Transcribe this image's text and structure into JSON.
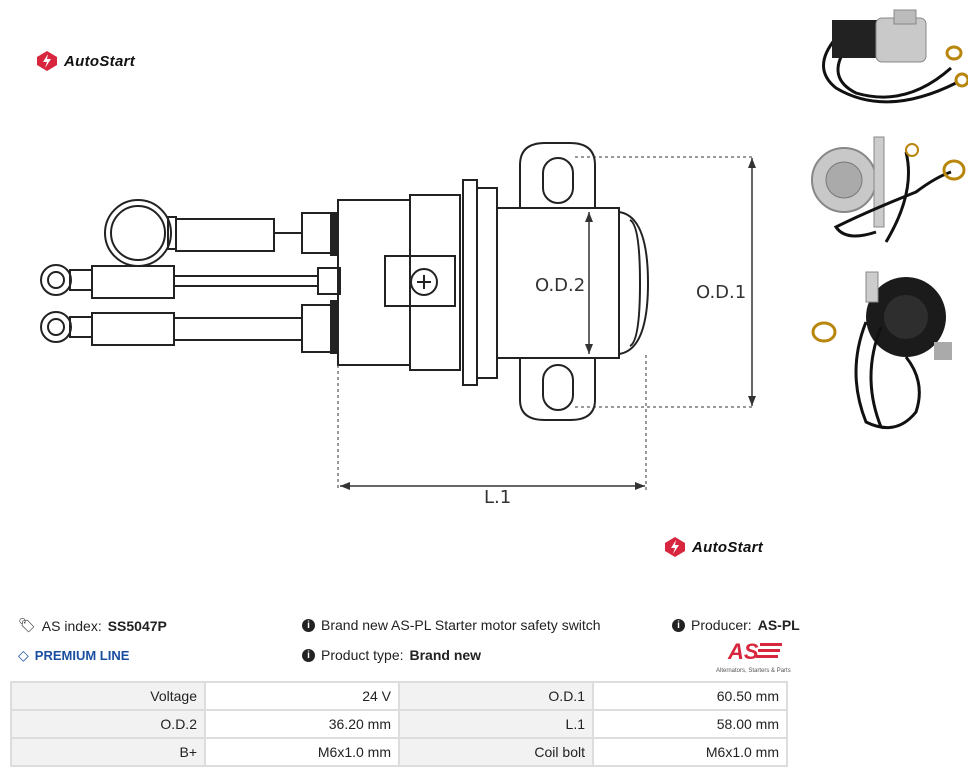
{
  "brand": {
    "logo_text": "AutoStart"
  },
  "drawing": {
    "labels": {
      "od2": "O.D.2",
      "od1": "O.D.1",
      "l1": "L.1"
    }
  },
  "info": {
    "as_index_label": "AS index:",
    "as_index_value": "SS5047P",
    "premium": "PREMIUM LINE",
    "description": "Brand new AS-PL Starter motor safety switch",
    "product_type_label": "Product type:",
    "product_type_value": "Brand new",
    "producer_label": "Producer:",
    "producer_value": "AS-PL",
    "producer_tagline": "Alternators, Starters & Parts"
  },
  "specs": {
    "rows": [
      {
        "l1": "Voltage",
        "v1": "24 V",
        "l2": "O.D.1",
        "v2": "60.50 mm"
      },
      {
        "l1": "O.D.2",
        "v1": "36.20 mm",
        "l2": "L.1",
        "v2": "58.00 mm"
      },
      {
        "l1": "B+",
        "v1": "M6x1.0 mm",
        "l2": "Coil bolt",
        "v2": "M6x1.0 mm"
      }
    ]
  },
  "colors": {
    "accent": "#d7263d",
    "premium": "#1a4fa0"
  }
}
